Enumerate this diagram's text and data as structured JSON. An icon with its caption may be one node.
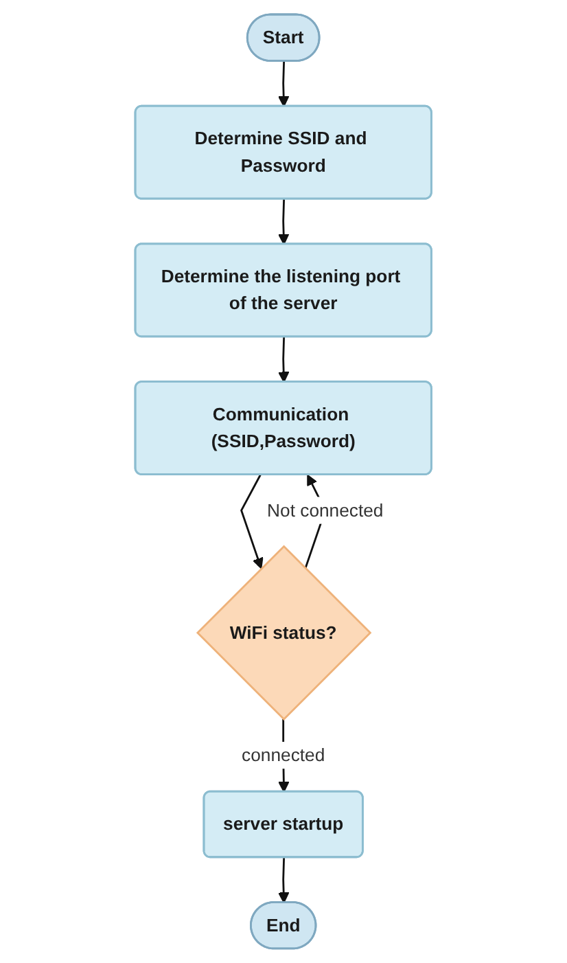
{
  "diagram": {
    "nodes": [
      {
        "text": [
          "Start"
        ]
      },
      {
        "text": [
          "Determine SSID and Password"
        ]
      },
      {
        "text": [
          "Determine the listening port of the server"
        ]
      },
      {
        "text": [
          "Communication (SSID,Password)"
        ]
      },
      {
        "text": [
          "WiFi status?"
        ]
      },
      {
        "text": [
          "server startup"
        ]
      },
      {
        "text": [
          "End"
        ]
      }
    ],
    "edges": [
      {
        "from": 0,
        "to": 1,
        "arrow": "to"
      },
      {
        "from": 1,
        "to": 2,
        "arrow": "to"
      },
      {
        "from": 2,
        "to": 3,
        "arrow": "to"
      },
      {
        "from": 3,
        "to": 4,
        "arrow": "to"
      },
      {
        "from": 4,
        "to": 3,
        "arrow": "to",
        "label": "Not connected"
      },
      {
        "from": 4,
        "to": 5,
        "arrow": "to",
        "label": "connected"
      },
      {
        "from": 5,
        "to": 6,
        "arrow": "to"
      }
    ]
  }
}
